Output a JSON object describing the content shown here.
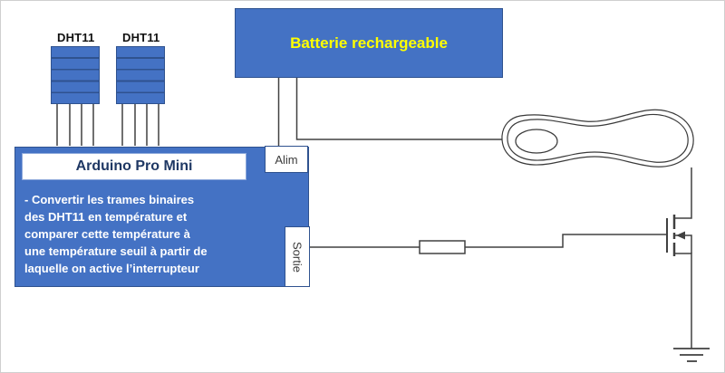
{
  "sensors": [
    {
      "label": "DHT11"
    },
    {
      "label": "DHT11"
    }
  ],
  "battery": {
    "label": "Batterie rechargeable"
  },
  "arduino": {
    "title": "Arduino Pro Mini",
    "description": "- Convertir les trames binaires\ndes DHT11 en température et\ncomparer cette température à\nune température seuil à partir de\nlaquelle on active l’interrupteur"
  },
  "ports": {
    "alim": "Alim",
    "sortie": "Sortie"
  },
  "colors": {
    "box_blue": "#4472C4",
    "box_border": "#2F528F",
    "battery_text": "#FFFF00",
    "arduino_title_text": "#1F3864",
    "wire": "#404040"
  }
}
